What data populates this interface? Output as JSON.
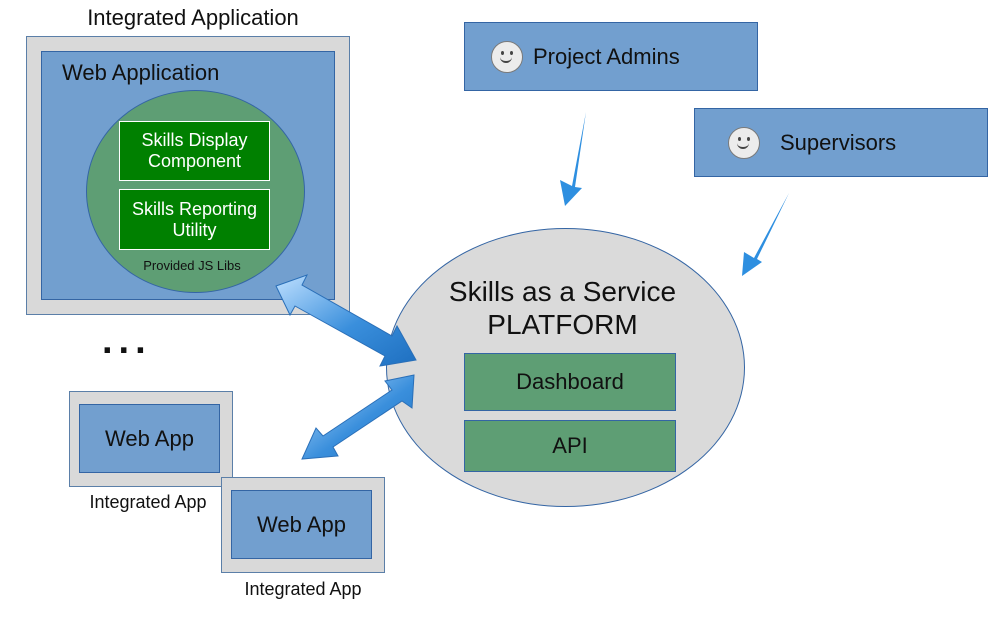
{
  "integrated_application": {
    "title": "Integrated Application",
    "web_application": {
      "title": "Web Application",
      "libs_label": "Provided JS Libs",
      "components": [
        "Skills Display\nComponent",
        "Skills Reporting\nUtility"
      ]
    }
  },
  "ellipsis": "...",
  "small_apps": [
    {
      "inner_label": "Web App",
      "caption": "Integrated App"
    },
    {
      "inner_label": "Web App",
      "caption": "Integrated App"
    }
  ],
  "platform": {
    "title_line1": "Skills as a Service",
    "title_line2": "PLATFORM",
    "dashboard_label": "Dashboard",
    "api_label": "API"
  },
  "roles": {
    "project_admins": "Project Admins",
    "supervisors": "Supervisors"
  },
  "colors": {
    "frame_gray": "#d9d9d9",
    "app_blue": "#729fcf",
    "lib_green": "#5e9e74",
    "component_green": "#008000",
    "arrow_blue": "#3a8fdc"
  }
}
